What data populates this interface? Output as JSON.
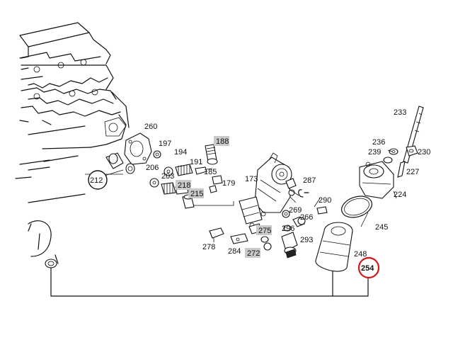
{
  "callouts": {
    "c260": "260",
    "c197": "197",
    "c194": "194",
    "c188": "188",
    "c206": "206",
    "c212": "212",
    "c203": "203",
    "c191": "191",
    "c218": "218",
    "c215": "215",
    "c185": "185",
    "c179": "179",
    "c173": "173",
    "c287": "287",
    "c290": "290",
    "c269": "269",
    "c266": "266",
    "c275": "275",
    "c296": "296",
    "c293": "293",
    "c278": "278",
    "c284": "284",
    "c272": "272",
    "c233": "233",
    "c236": "236",
    "c239": "239",
    "c230": "230",
    "c227": "227",
    "c224": "224",
    "c245": "245",
    "c248": "248",
    "c254": "254"
  },
  "colors": {
    "highlight_box": "#c9c9c9",
    "selected_ring": "#d01818",
    "line": "#111111"
  }
}
